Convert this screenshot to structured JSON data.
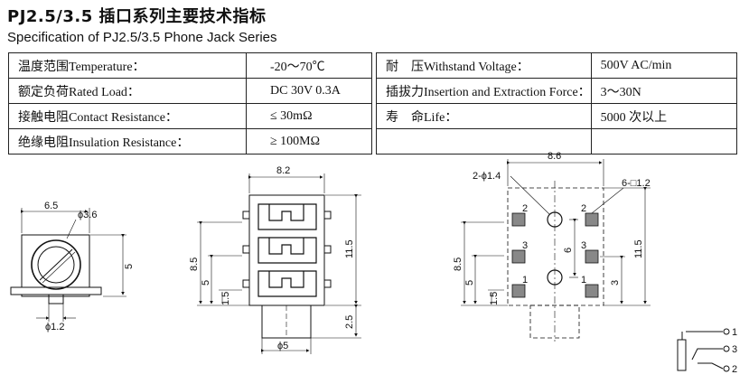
{
  "header": {
    "title_cn": "PJ2.5/3.5 插口系列主要技术指标",
    "title_en": "Specification of PJ2.5/3.5 Phone Jack Series"
  },
  "spec_table": {
    "rows": [
      {
        "label_left": "温度范围Temperature：",
        "value_left": "-20～70℃",
        "label_right": "耐　压Withstand Voltage：",
        "value_right": "500V AC/min"
      },
      {
        "label_left": "额定负荷Rated Load：",
        "value_left": "DC 30V 0.3A",
        "label_right": "插拔力Insertion and Extraction Force：",
        "value_right": "3～30N"
      },
      {
        "label_left": "接触电阻Contact Resistance：",
        "value_left": "≤ 30mΩ",
        "label_right": "寿　命Life：",
        "value_right": "5000 次以上"
      },
      {
        "label_left": "绝缘电阻Insulation Resistance：",
        "value_left": "≥ 100MΩ",
        "label_right": "",
        "value_right": ""
      }
    ]
  },
  "front_view": {
    "width": "6.5",
    "hole_dia": "ϕ3.6",
    "height": "5",
    "pin_dia": "ϕ1.2"
  },
  "side_view": {
    "width": "8.2",
    "dim_8_5": "8.5",
    "dim_5": "5",
    "dim_1_5": "1.5",
    "dim_11_5": "11.5",
    "dim_2_5": "2.5",
    "barrel_dia": "ϕ5"
  },
  "pcb_view": {
    "width": "8.6",
    "holes": "2-ϕ1.4",
    "pads": "6-□1.2",
    "dim_6": "6",
    "dim_8_5": "8.5",
    "dim_5": "5",
    "dim_1_5": "1.5",
    "dim_11_5": "11.5",
    "dim_3": "3",
    "pad_labels": [
      "2",
      "2",
      "3",
      "3",
      "1",
      "1"
    ]
  },
  "schematic": {
    "pins": [
      "1",
      "3",
      "2"
    ]
  }
}
